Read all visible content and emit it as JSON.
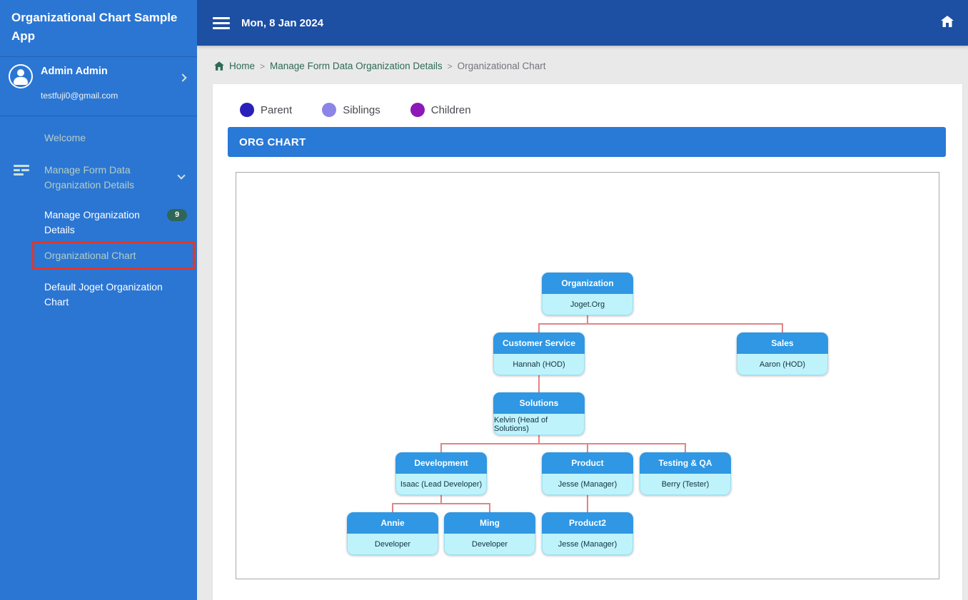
{
  "sidebar": {
    "app_title": "Organizational Chart Sample App",
    "user": {
      "name": "Admin Admin",
      "email": "testfuji0@gmail.com"
    },
    "menu": [
      {
        "label": "Welcome"
      },
      {
        "label": "Manage Form Data Organization Details",
        "expanded": true
      },
      {
        "label": "Manage Organization Details",
        "badge": "9"
      },
      {
        "label": "Organizational Chart",
        "highlighted": true
      },
      {
        "label": "Default Joget Organization Chart"
      }
    ]
  },
  "topbar": {
    "date": "Mon, 8 Jan 2024"
  },
  "breadcrumb": {
    "items": [
      "Home",
      "Manage Form Data Organization Details",
      "Organizational Chart"
    ],
    "separator": ">"
  },
  "legend": [
    {
      "label": "Parent",
      "color": "#2a1fb8"
    },
    {
      "label": "Siblings",
      "color": "#8c85e8"
    },
    {
      "label": "Children",
      "color": "#8d18b8"
    }
  ],
  "panel": {
    "title": "ORG CHART"
  },
  "org_chart": {
    "connector_color": "#e08585",
    "node_header_color": "#2f97e3",
    "node_body_color": "#bff3fc",
    "nodes": [
      {
        "title": "Organization",
        "subtitle": "Joget.Org",
        "parent": null
      },
      {
        "title": "Customer Service",
        "subtitle": "Hannah (HOD)",
        "parent": "Organization"
      },
      {
        "title": "Sales",
        "subtitle": "Aaron (HOD)",
        "parent": "Organization"
      },
      {
        "title": "Solutions",
        "subtitle": "Kelvin (Head of Solutions)",
        "parent": "Customer Service"
      },
      {
        "title": "Development",
        "subtitle": "Isaac (Lead Developer)",
        "parent": "Solutions"
      },
      {
        "title": "Product",
        "subtitle": "Jesse (Manager)",
        "parent": "Solutions"
      },
      {
        "title": "Testing & QA",
        "subtitle": "Berry (Tester)",
        "parent": "Solutions"
      },
      {
        "title": "Annie",
        "subtitle": "Developer",
        "parent": "Development"
      },
      {
        "title": "Ming",
        "subtitle": "Developer",
        "parent": "Development"
      },
      {
        "title": "Product2",
        "subtitle": "Jesse (Manager)",
        "parent": "Product"
      }
    ]
  },
  "colors": {
    "sidebar": "#2b76d3",
    "topbar": "#1d4fa3",
    "content_bg": "#e9e9ea",
    "panel_header": "#2979d6",
    "highlight_border": "#e0372b",
    "badge": "#2f6657",
    "breadcrumb_link": "#2e6a55"
  }
}
